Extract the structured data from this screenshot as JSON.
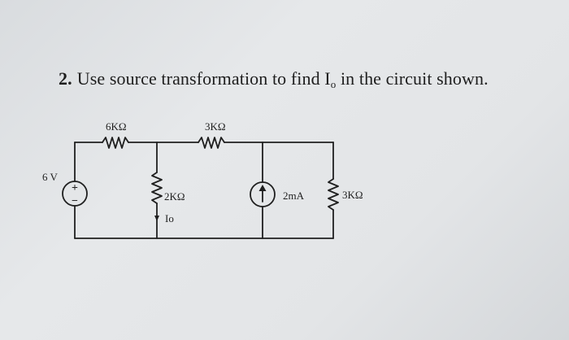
{
  "question": {
    "number": "2.",
    "text_before": "Use source transformation to find I",
    "subscript": "o",
    "text_after": " in the circuit shown."
  },
  "circuit": {
    "source_voltage": "6 V",
    "source_plus": "+",
    "source_minus": "−",
    "r_top_left": "6KΩ",
    "r_top_right": "3KΩ",
    "r_middle": "2KΩ",
    "current_label": "Io",
    "current_source": "2mA",
    "r_right": "3KΩ"
  },
  "colors": {
    "ink": "#1f1f1f",
    "paper": "#e4e6e8"
  }
}
